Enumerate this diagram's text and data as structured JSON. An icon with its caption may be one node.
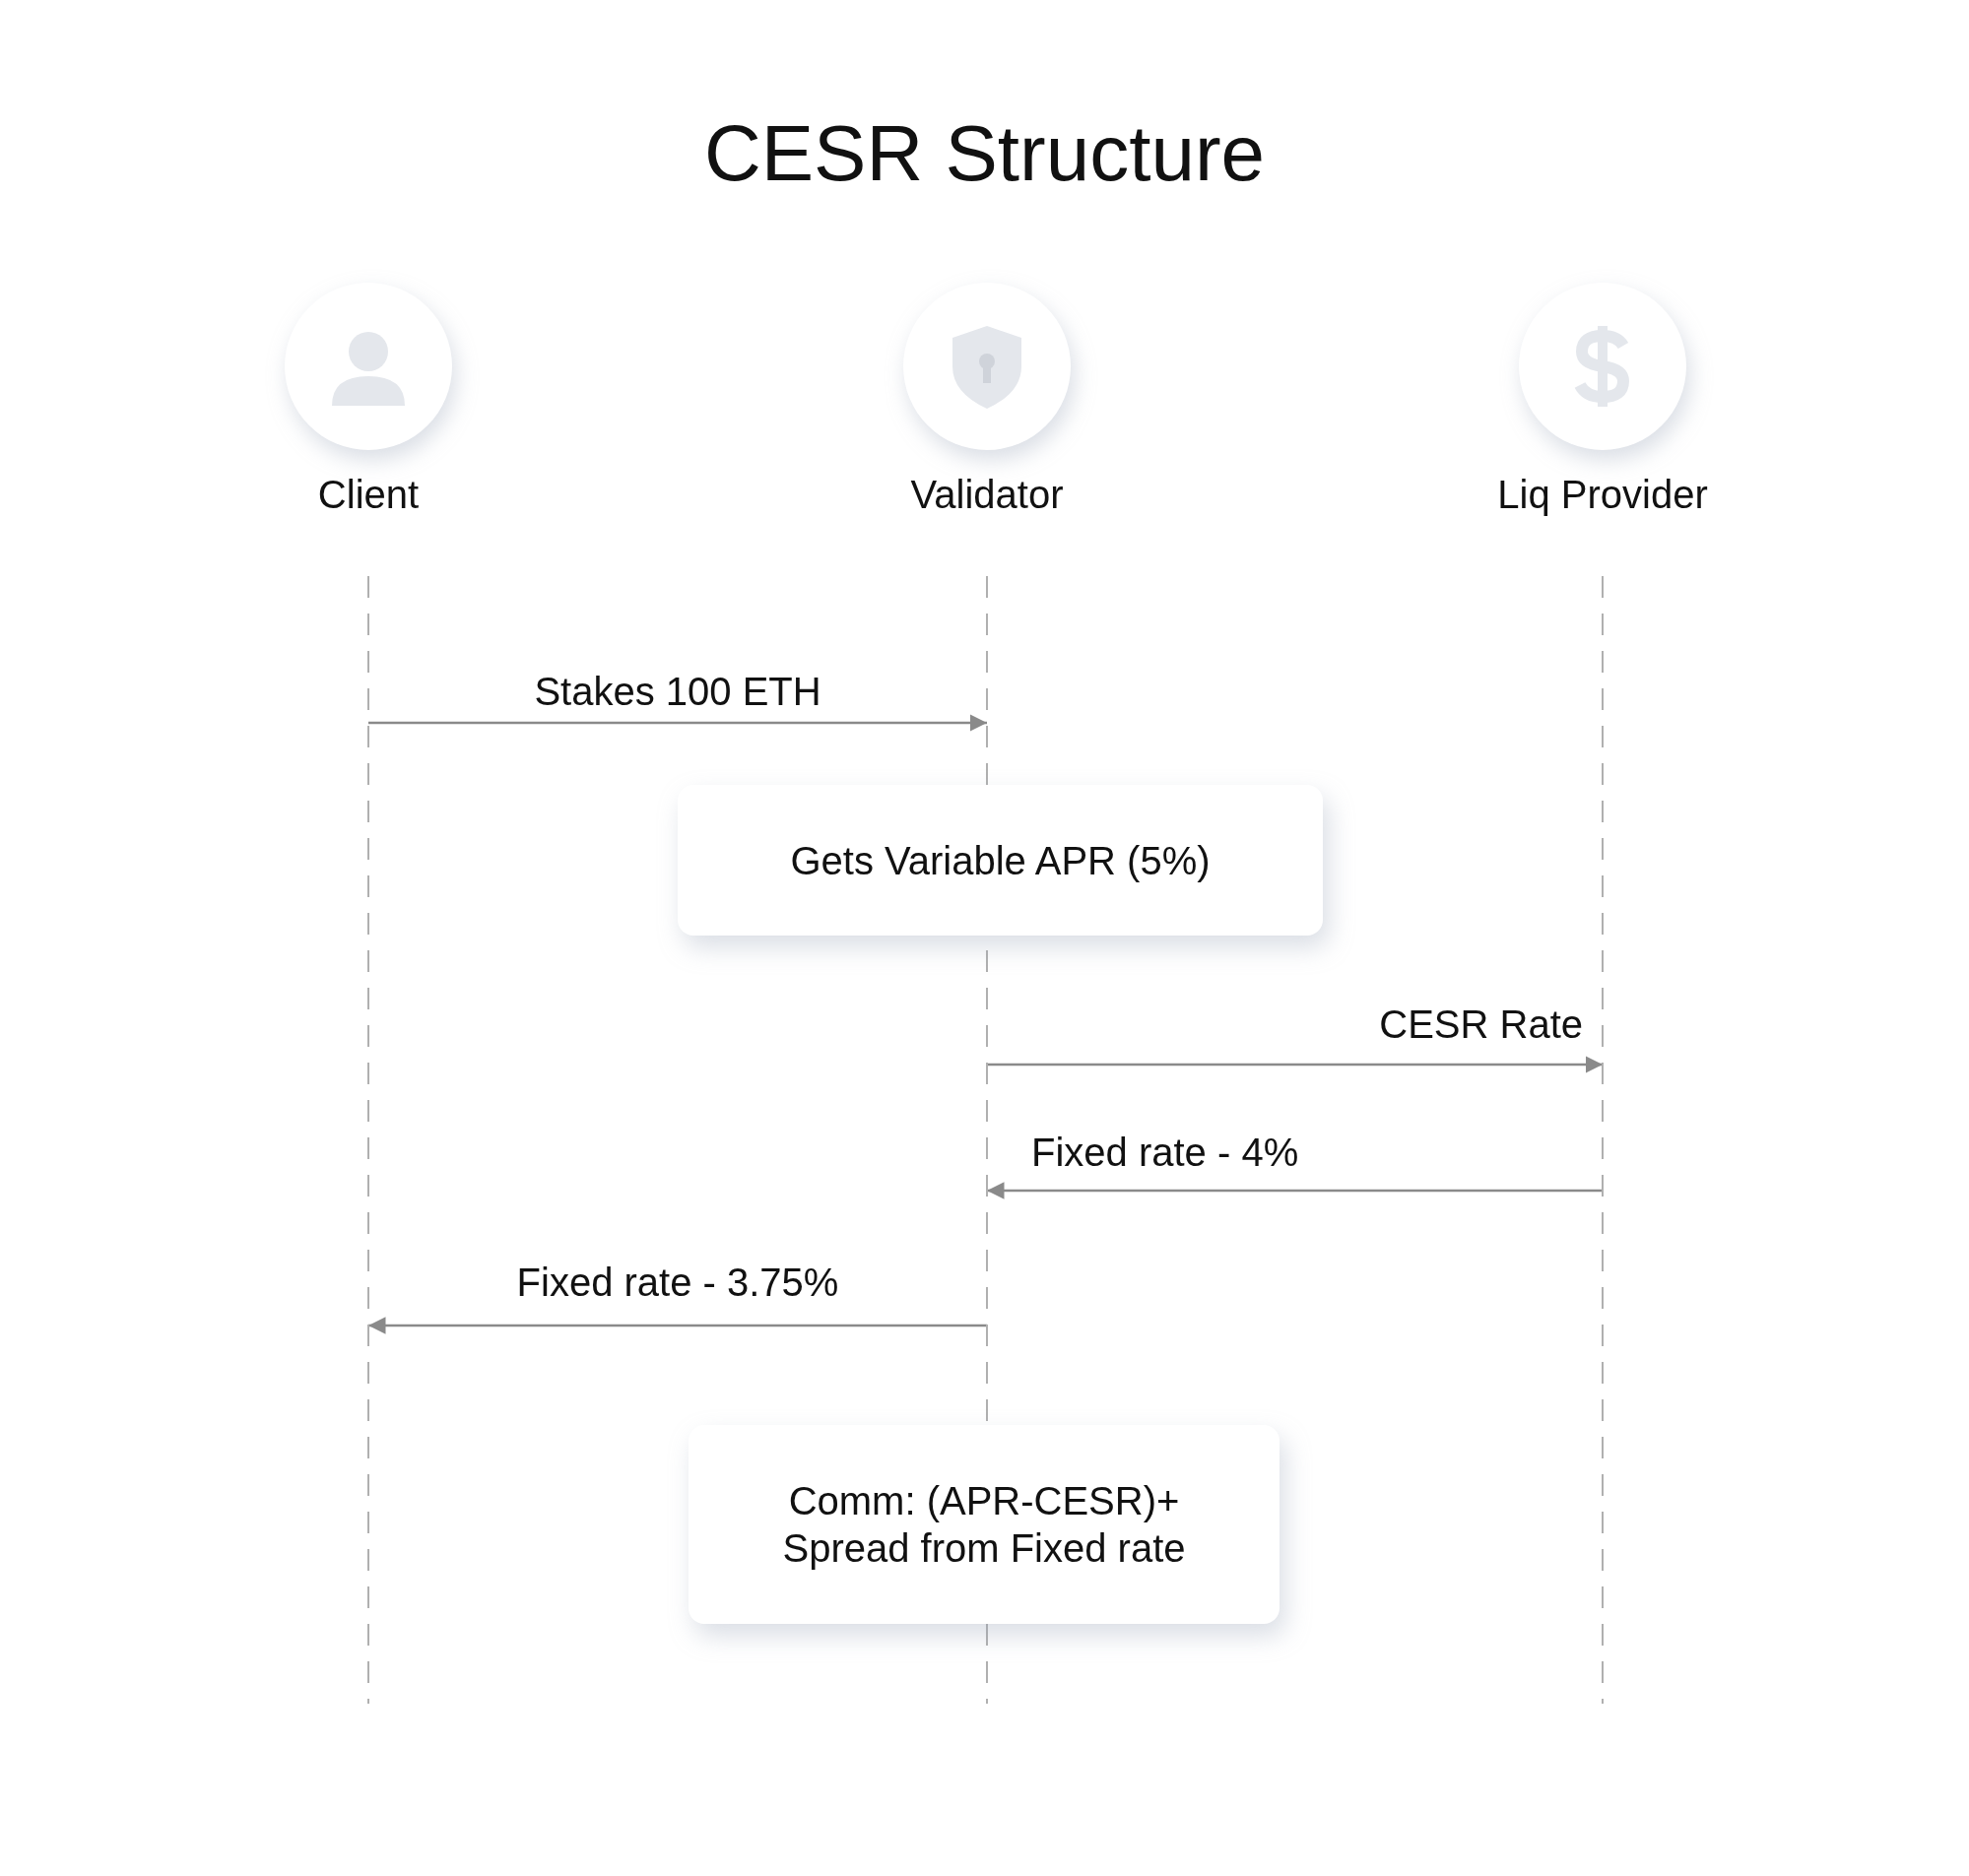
{
  "diagram": {
    "title": "CESR Structure",
    "nodes": [
      {
        "text": [
          "Client"
        ]
      },
      {
        "text": [
          "Validator"
        ]
      },
      {
        "text": [
          "Liq Provider"
        ]
      },
      {
        "text": [
          "Gets Variable APR (5%)"
        ]
      },
      {
        "text": [
          "Comm: (APR-CESR)+ Spread from Fixed rate"
        ]
      }
    ],
    "edges": [
      {
        "from": 0,
        "to": 1,
        "arrow": "to",
        "label": "Stakes 100 ETH"
      },
      {
        "from": 1,
        "to": 2,
        "arrow": "to",
        "label": "CESR Rate"
      },
      {
        "from": 2,
        "to": 1,
        "arrow": "to",
        "label": "Fixed rate - 4%"
      },
      {
        "from": 1,
        "to": 0,
        "arrow": "to",
        "label": "Fixed rate - 3.75%"
      }
    ]
  }
}
